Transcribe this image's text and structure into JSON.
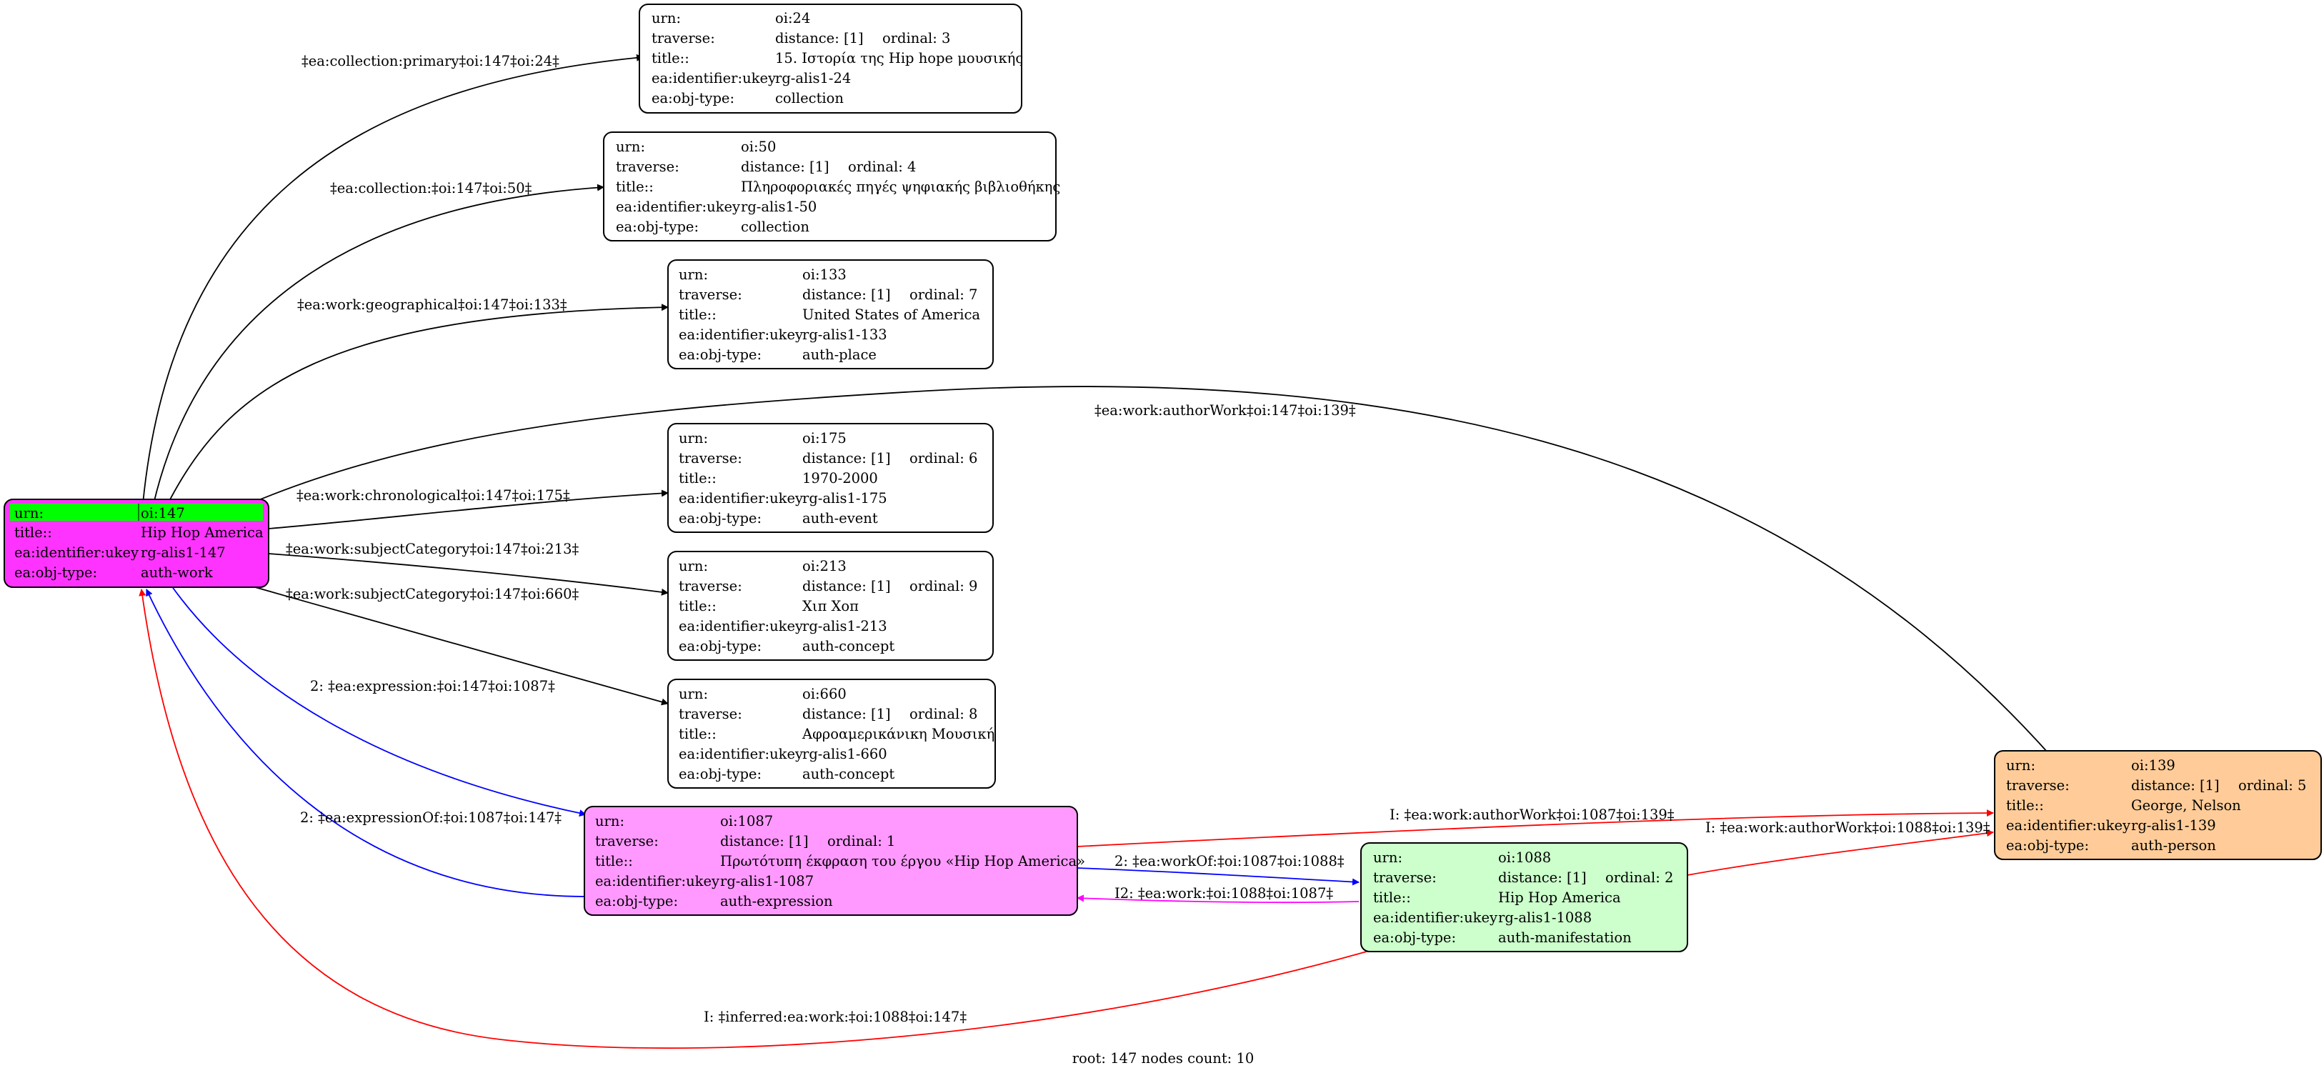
{
  "colors": {
    "node_default": "#ffffff",
    "node_root": "#ff33ff",
    "node_root_header": "#00ff00",
    "node_expression": "#ff99ff",
    "node_manifestation": "#ccffcc",
    "node_person": "#ffcc99",
    "edge_black": "#000000",
    "edge_blue": "#0000ff",
    "edge_red": "#ff0000",
    "edge_magenta": "#ff00ff"
  },
  "nodes": {
    "n147": {
      "rows": [
        {
          "key": "urn:",
          "value": "oi:147"
        },
        {
          "key": "title::",
          "value": "Hip Hop America"
        },
        {
          "key": "ea:identifier:ukey",
          "value": "rg-alis1-147"
        },
        {
          "key": "ea:obj-type:",
          "value": "auth-work"
        }
      ]
    },
    "n24": {
      "rows": [
        {
          "key": "urn:",
          "value": "oi:24"
        },
        {
          "key": "traverse:",
          "value": "distance: [1]",
          "extra": "ordinal: 3"
        },
        {
          "key": "title::",
          "value": "15. Ιστορία της Hip hope μουσικής"
        },
        {
          "key": "ea:identifier:ukey",
          "value": "rg-alis1-24"
        },
        {
          "key": "ea:obj-type:",
          "value": "collection"
        }
      ]
    },
    "n50": {
      "rows": [
        {
          "key": "urn:",
          "value": "oi:50"
        },
        {
          "key": "traverse:",
          "value": "distance: [1]",
          "extra": "ordinal: 4"
        },
        {
          "key": "title::",
          "value": "Πληροφοριακές πηγές ψηφιακής βιβλιοθήκης"
        },
        {
          "key": "ea:identifier:ukey",
          "value": "rg-alis1-50"
        },
        {
          "key": "ea:obj-type:",
          "value": "collection"
        }
      ]
    },
    "n133": {
      "rows": [
        {
          "key": "urn:",
          "value": "oi:133"
        },
        {
          "key": "traverse:",
          "value": "distance: [1]",
          "extra": "ordinal: 7"
        },
        {
          "key": "title::",
          "value": "United States of America"
        },
        {
          "key": "ea:identifier:ukey",
          "value": "rg-alis1-133"
        },
        {
          "key": "ea:obj-type:",
          "value": "auth-place"
        }
      ]
    },
    "n175": {
      "rows": [
        {
          "key": "urn:",
          "value": "oi:175"
        },
        {
          "key": "traverse:",
          "value": "distance: [1]",
          "extra": "ordinal: 6"
        },
        {
          "key": "title::",
          "value": "1970-2000"
        },
        {
          "key": "ea:identifier:ukey",
          "value": "rg-alis1-175"
        },
        {
          "key": "ea:obj-type:",
          "value": "auth-event"
        }
      ]
    },
    "n213": {
      "rows": [
        {
          "key": "urn:",
          "value": "oi:213"
        },
        {
          "key": "traverse:",
          "value": "distance: [1]",
          "extra": "ordinal: 9"
        },
        {
          "key": "title::",
          "value": "Χιπ Χοπ"
        },
        {
          "key": "ea:identifier:ukey",
          "value": "rg-alis1-213"
        },
        {
          "key": "ea:obj-type:",
          "value": "auth-concept"
        }
      ]
    },
    "n660": {
      "rows": [
        {
          "key": "urn:",
          "value": "oi:660"
        },
        {
          "key": "traverse:",
          "value": "distance: [1]",
          "extra": "ordinal: 8"
        },
        {
          "key": "title::",
          "value": "Αφροαμερικάνικη Μουσική"
        },
        {
          "key": "ea:identifier:ukey",
          "value": "rg-alis1-660"
        },
        {
          "key": "ea:obj-type:",
          "value": "auth-concept"
        }
      ]
    },
    "n1087": {
      "rows": [
        {
          "key": "urn:",
          "value": "oi:1087"
        },
        {
          "key": "traverse:",
          "value": "distance: [1]",
          "extra": "ordinal: 1"
        },
        {
          "key": "title::",
          "value": "Πρωτότυπη έκφραση του έργου «Hip Hop America»"
        },
        {
          "key": "ea:identifier:ukey",
          "value": "rg-alis1-1087"
        },
        {
          "key": "ea:obj-type:",
          "value": "auth-expression"
        }
      ]
    },
    "n1088": {
      "rows": [
        {
          "key": "urn:",
          "value": "oi:1088"
        },
        {
          "key": "traverse:",
          "value": "distance: [1]",
          "extra": "ordinal: 2"
        },
        {
          "key": "title::",
          "value": "Hip Hop America"
        },
        {
          "key": "ea:identifier:ukey",
          "value": "rg-alis1-1088"
        },
        {
          "key": "ea:obj-type:",
          "value": "auth-manifestation"
        }
      ]
    },
    "n139": {
      "rows": [
        {
          "key": "urn:",
          "value": "oi:139"
        },
        {
          "key": "traverse:",
          "value": "distance: [1]",
          "extra": "ordinal: 5"
        },
        {
          "key": "title::",
          "value": "George, Nelson"
        },
        {
          "key": "ea:identifier:ukey",
          "value": "rg-alis1-139"
        },
        {
          "key": "ea:obj-type:",
          "value": "auth-person"
        }
      ]
    }
  },
  "edges": {
    "e_24": "‡ea:collection:primary‡oi:147‡oi:24‡",
    "e_50": "‡ea:collection:‡oi:147‡oi:50‡",
    "e_133": "‡ea:work:geographical‡oi:147‡oi:133‡",
    "e_139": "‡ea:work:authorWork‡oi:147‡oi:139‡",
    "e_175": "‡ea:work:chronological‡oi:147‡oi:175‡",
    "e_213": "‡ea:work:subjectCategory‡oi:147‡oi:213‡",
    "e_660": "‡ea:work:subjectCategory‡oi:147‡oi:660‡",
    "e_expr": "2: ‡ea:expression:‡oi:147‡oi:1087‡",
    "e_exprOf": "2: ‡ea:expressionOf:‡oi:1087‡oi:147‡",
    "e_workOf": "2: ‡ea:workOf:‡oi:1087‡oi:1088‡",
    "e_i2work": "I2: ‡ea:work:‡oi:1088‡oi:1087‡",
    "e_auth1087": "I: ‡ea:work:authorWork‡oi:1087‡oi:139‡",
    "e_auth1088": "I: ‡ea:work:authorWork‡oi:1088‡oi:139‡",
    "e_inferred": "I: ‡inferred:ea:work:‡oi:1088‡oi:147‡"
  },
  "footer": "root: 147 nodes count: 10"
}
